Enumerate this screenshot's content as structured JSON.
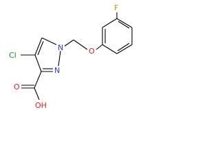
{
  "molecule": {
    "atoms": {
      "cl": {
        "text": "Cl",
        "color": "#1e8a1e"
      },
      "n1": {
        "text": "N",
        "color": "#2c3dd6"
      },
      "n2": {
        "text": "N",
        "color": "#2c3dd6"
      },
      "o_ether": {
        "text": "O",
        "color": "#d21f1f"
      },
      "o_carbonyl": {
        "text": "O",
        "color": "#d21f1f"
      },
      "oh": {
        "text": "OH",
        "color": "#d21f1f"
      },
      "f": {
        "text": "F",
        "color": "#b59400"
      }
    },
    "bond_color": "#000000"
  }
}
